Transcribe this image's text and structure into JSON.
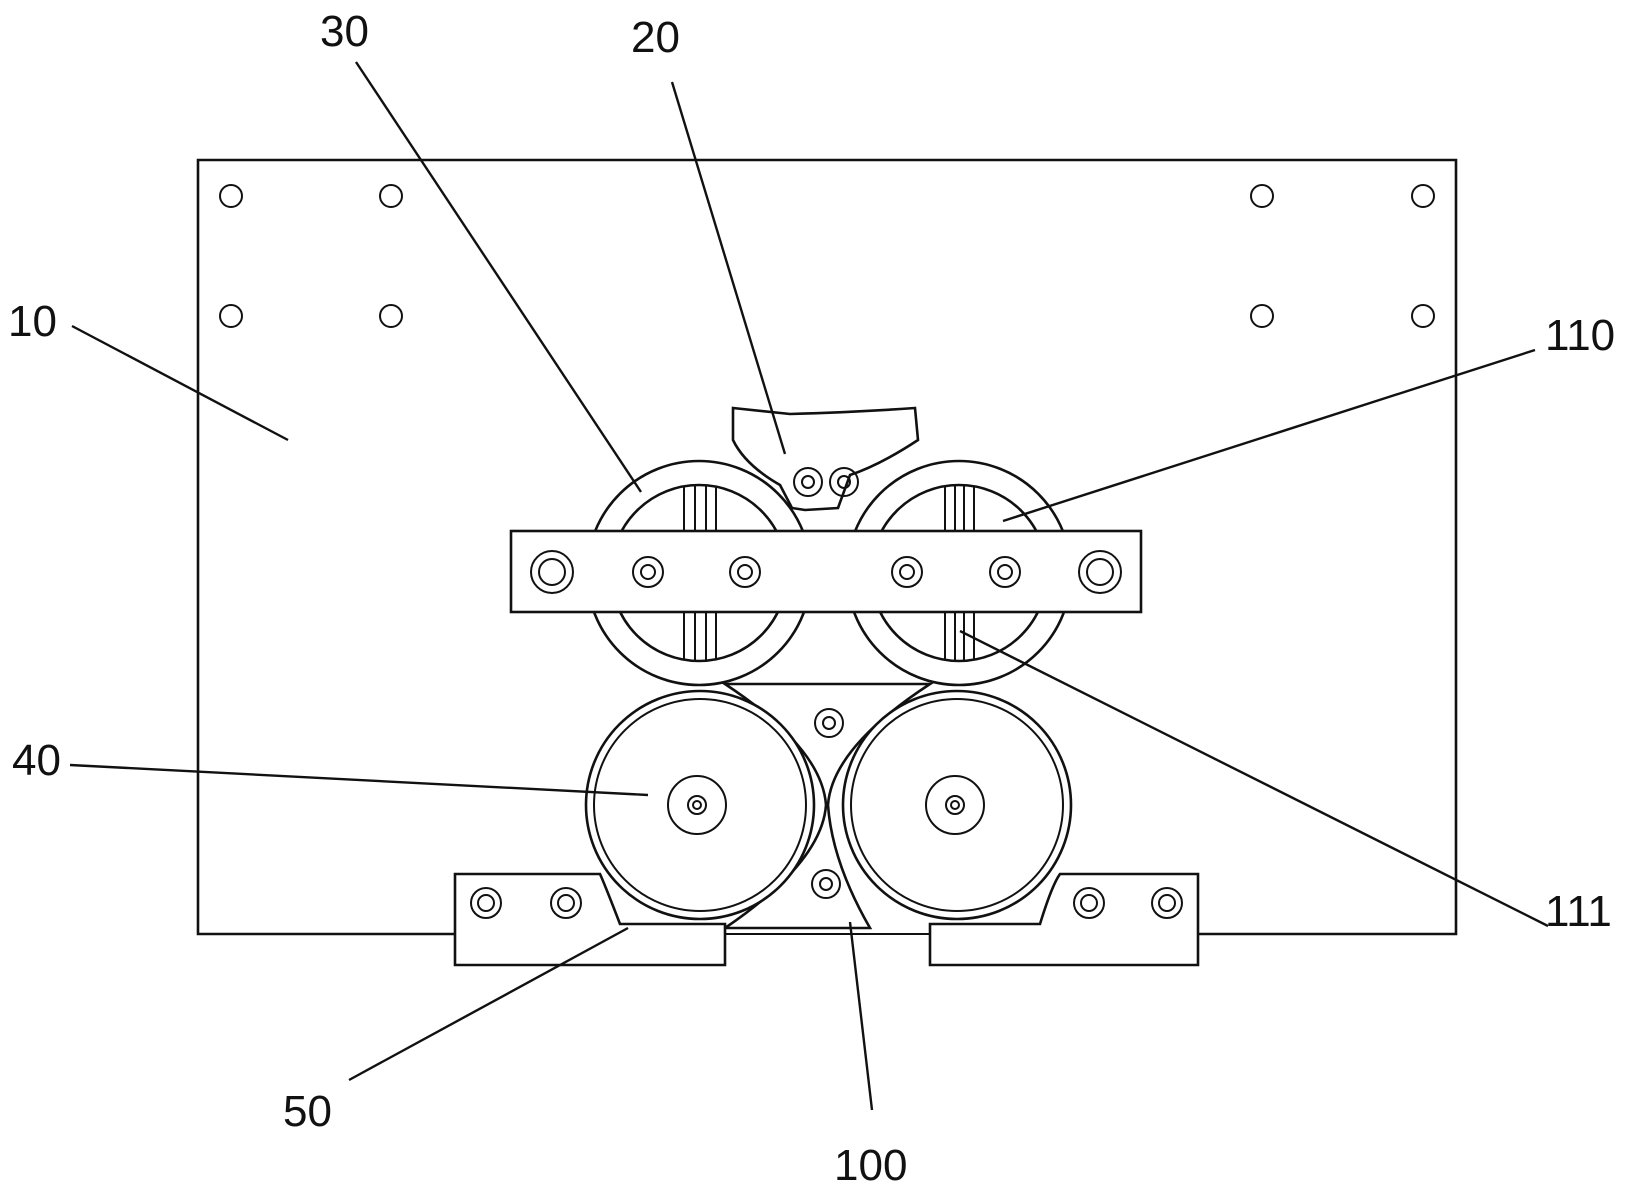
{
  "labels": {
    "base_plate": "10",
    "guide_block": "20",
    "guide_ring": "30",
    "roller": "40",
    "roller_bracket": "50",
    "center_plate": "100",
    "clamp_bar": "110",
    "slot": "111"
  }
}
